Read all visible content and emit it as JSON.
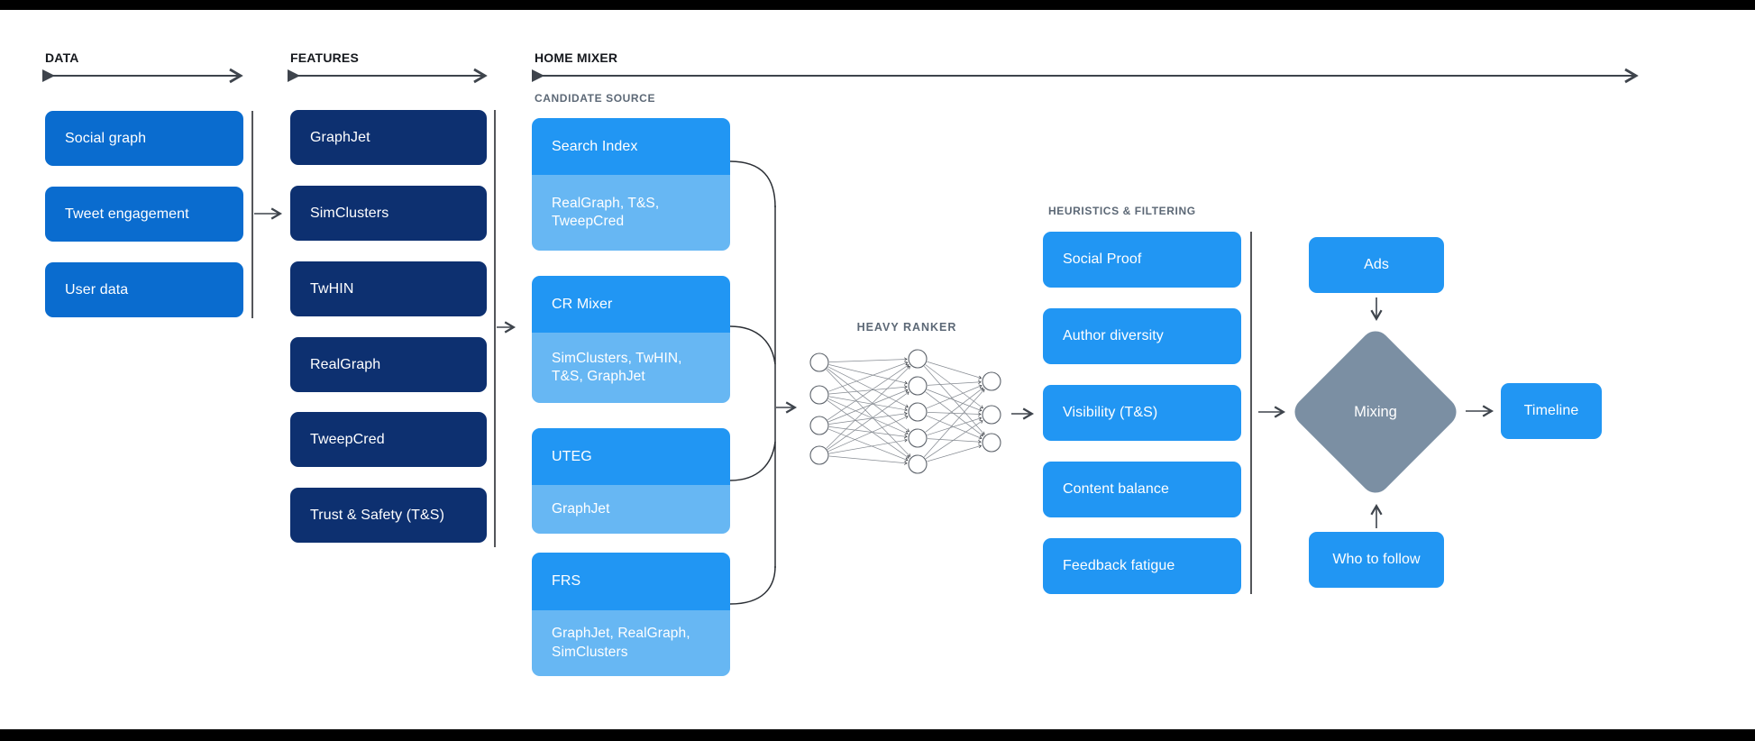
{
  "colors": {
    "medium_blue": "#0a6ccf",
    "navy": "#0d3070",
    "bright_blue": "#2196f3",
    "light_blue": "#67b7f3",
    "diamond_gray": "#7b8fa3",
    "header_text": "#15181d",
    "sublabel_text": "#5c6876",
    "line": "#3e444c"
  },
  "data_col": {
    "label": "DATA",
    "boxes": [
      "Social graph",
      "Tweet engagement",
      "User data"
    ]
  },
  "features_col": {
    "label": "FEATURES",
    "boxes": [
      "GraphJet",
      "SimClusters",
      "TwHIN",
      "RealGraph",
      "TweepCred",
      "Trust & Safety (T&S)"
    ]
  },
  "home_mixer": {
    "label": "HOME MIXER",
    "candidate_source": {
      "label": "CANDIDATE SOURCE",
      "boxes": [
        {
          "title": "Search Index",
          "sub": "RealGraph, T&S, TweepCred"
        },
        {
          "title": "CR Mixer",
          "sub": "SimClusters, TwHIN, T&S, GraphJet"
        },
        {
          "title": "UTEG",
          "sub": "GraphJet"
        },
        {
          "title": "FRS",
          "sub": "GraphJet, RealGraph, SimClusters"
        }
      ]
    },
    "heavy_ranker": {
      "label": "HEAVY RANKER",
      "layers": [
        4,
        5,
        3
      ]
    },
    "heuristics": {
      "label": "HEURISTICS & FILTERING",
      "boxes": [
        "Social Proof",
        "Author diversity",
        "Visibility (T&S)",
        "Content balance",
        "Feedback fatigue"
      ]
    },
    "mixing_stage": {
      "ads": "Ads",
      "mixing": "Mixing",
      "who_to_follow": "Who to follow",
      "timeline": "Timeline"
    }
  }
}
